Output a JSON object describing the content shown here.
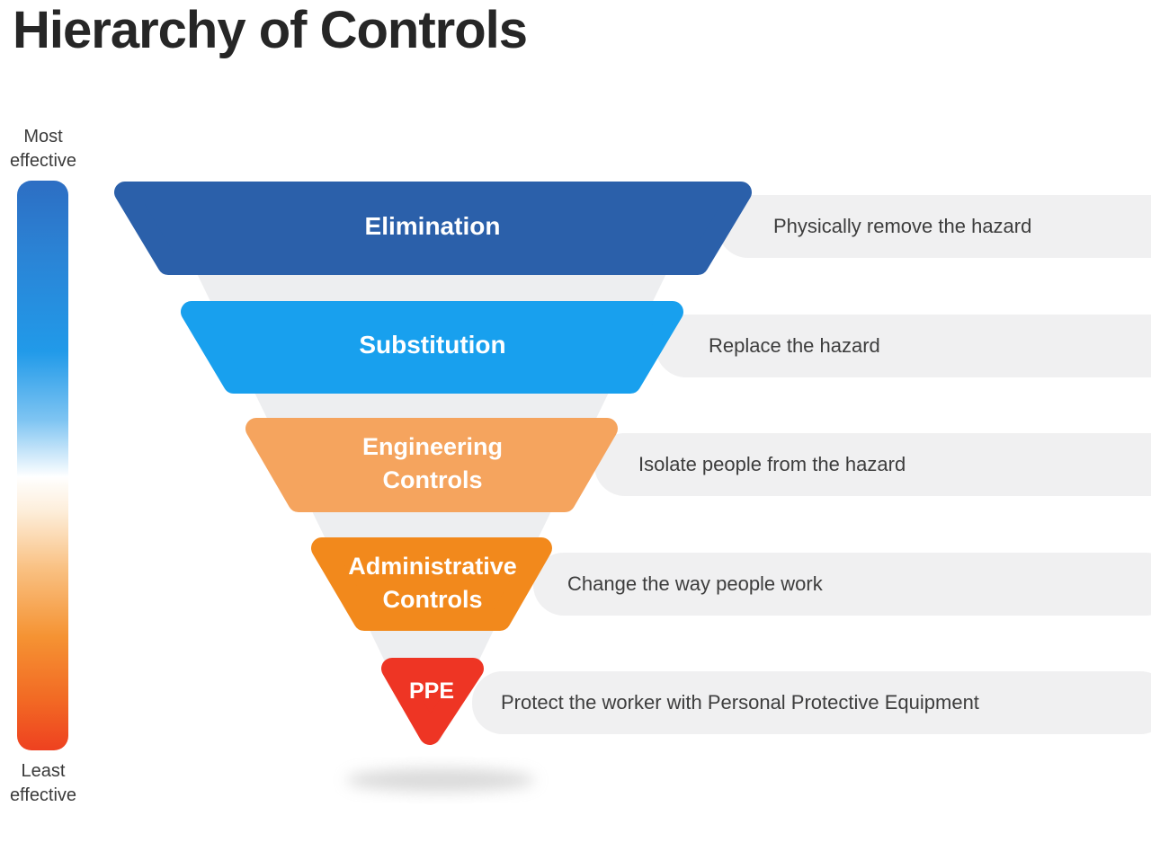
{
  "title": "Hierarchy of Controls",
  "scale": {
    "top_label": "Most effective",
    "bottom_label": "Least effective",
    "gradient_top_color": "#2d6ec3",
    "gradient_middle_color": "#ffffff",
    "gradient_bottom_color": "#ee4120"
  },
  "funnel_background_color": "#edeef0",
  "pill_background_color": "#f0f0f1",
  "levels": [
    {
      "name": "Elimination",
      "description": "Physically remove the hazard",
      "color": "#2b60aa"
    },
    {
      "name": "Substitution",
      "description": "Replace the hazard",
      "color": "#18a0ee"
    },
    {
      "name": "Engineering Controls",
      "description": "Isolate people from the hazard",
      "color": "#f5a45e"
    },
    {
      "name": "Administrative Controls",
      "description": "Change the way people work",
      "color": "#f2891c"
    },
    {
      "name": "PPE",
      "description": "Protect the worker with Personal Protective Equipment",
      "color": "#ee3524"
    }
  ]
}
